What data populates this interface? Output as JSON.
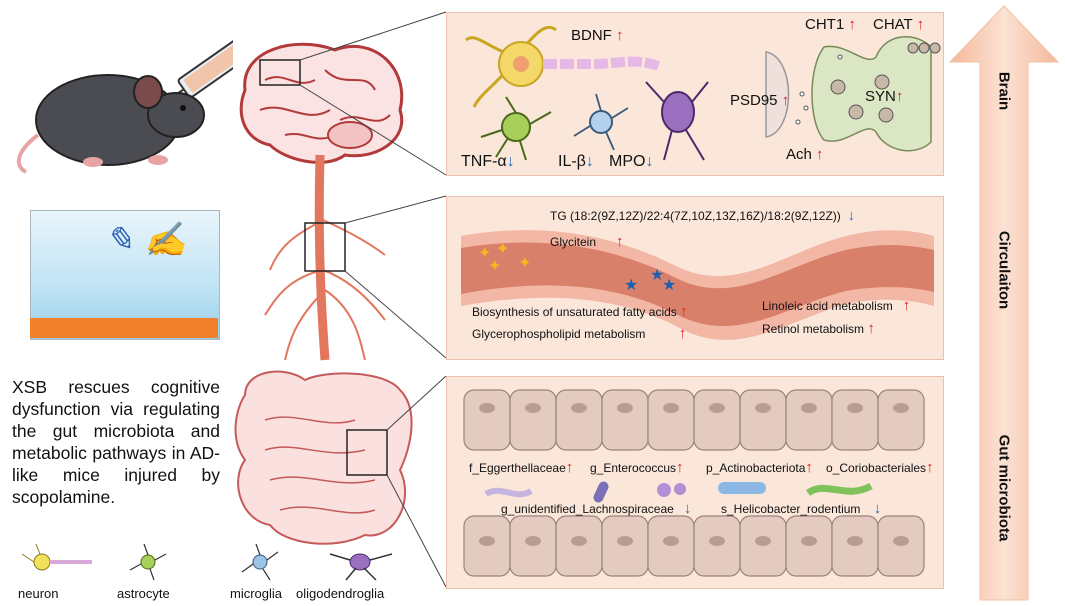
{
  "summary": "XSB rescues cognitive dysfunction via regulating the gut microbiota and metabolic pathways in AD-like mice injured by scopolamine.",
  "legend": [
    {
      "label": "neuron"
    },
    {
      "label": "astrocyte"
    },
    {
      "label": "microglia"
    },
    {
      "label": "oligodendroglia"
    }
  ],
  "levels": [
    "Brain",
    "Circulaiton",
    "Gut microbiota"
  ],
  "brain": {
    "bdnf": "BDNF",
    "cht1": "CHT1",
    "chat": "CHAT",
    "psd95": "PSD95",
    "syn": "SYN",
    "ach": "Ach",
    "tnf": "TNF-α",
    "il": "IL-β",
    "mpo": "MPO"
  },
  "circulation": {
    "tg": "TG (18:2(9Z,12Z)/22:4(7Z,10Z,13Z,16Z)/18:2(9Z,12Z))",
    "glycitein": "Glycitein",
    "biosynthesis": "Biosynthesis of unsaturated fatty acids",
    "glycerophospholipid": "Glycerophospholipid metabolism",
    "linoleic": "Linoleic acid metabolism",
    "retinol": "Retinol metabolism"
  },
  "gut": {
    "eggerthellaceae": "f_Eggerthellaceae",
    "enterococcus": "g_Enterococcus",
    "actinobacteriota": "p_Actinobacteriota",
    "coriobacteriales": "o_Coriobacteriales",
    "lachnospiraceae": "g_unidentified_Lachnospiraceae",
    "helicobacter": "s_Helicobacter_rodentium"
  },
  "colors": {
    "panel_bg": "#fbe6da",
    "level_arrow": "#f6c9ad",
    "up_arrow": "#e02020",
    "down_arrow": "#1f6fc4",
    "vessel": "#d9806a"
  }
}
